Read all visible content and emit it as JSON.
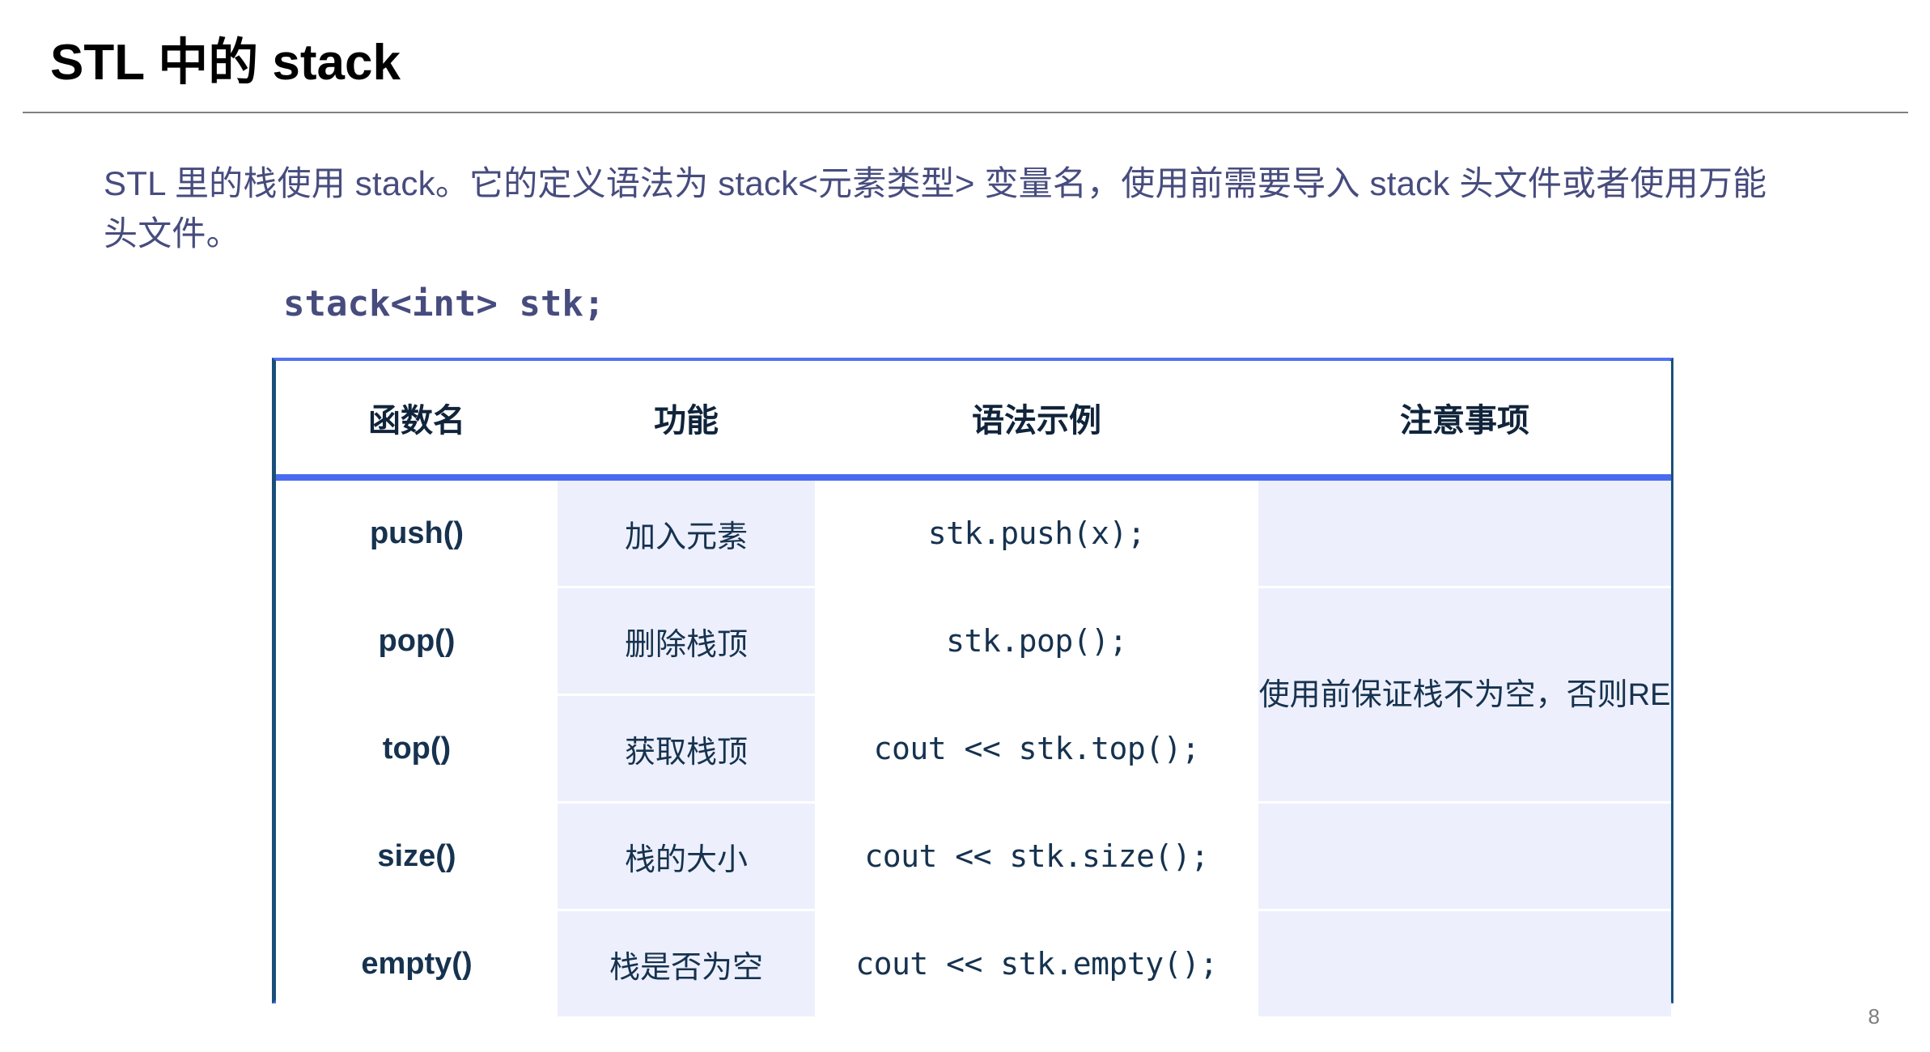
{
  "slide": {
    "title": "STL 中的 stack",
    "body_paragraph": "STL 里的栈使用 stack。它的定义语法为 stack<元素类型> 变量名，使用前需要导入 stack 头文件或者使用万能头文件。",
    "code_example": "stack<int> stk;",
    "page_number": "8"
  },
  "colors": {
    "title_text": "#000000",
    "body_text": "#474c7e",
    "table_border_side": "#1b4f79",
    "table_border_accent": "#4a6bf0",
    "cell_shade": "#edf0fc",
    "cell_text": "#16324f",
    "page_number": "#7e7e7e"
  },
  "table": {
    "headers": [
      "函数名",
      "功能",
      "语法示例",
      "注意事项"
    ],
    "rows": [
      {
        "fn": "push()",
        "desc": "加入元素",
        "syntax": "stk.push(x);",
        "note": ""
      },
      {
        "fn": "pop()",
        "desc": "删除栈顶",
        "syntax": "stk.pop();",
        "note": "使用前保证栈不为空，否则RE"
      },
      {
        "fn": "top()",
        "desc": "获取栈顶",
        "syntax": "cout << stk.top();",
        "note": ""
      },
      {
        "fn": "size()",
        "desc": "栈的大小",
        "syntax": "cout << stk.size();",
        "note": ""
      },
      {
        "fn": "empty()",
        "desc": "栈是否为空",
        "syntax": "cout << stk.empty();",
        "note": ""
      }
    ],
    "merged_note": "使用前保证栈不为空，否则RE"
  }
}
